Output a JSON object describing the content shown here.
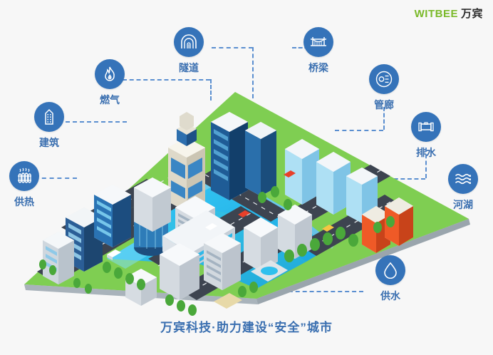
{
  "brand": {
    "name_en": "WITBEE",
    "name_cn": "万宾"
  },
  "caption": {
    "text": "万宾科技·助力建设“安全”城市"
  },
  "colors": {
    "icon_blue": "#3573b9",
    "label_blue": "#3a6fb0",
    "dash_blue": "#5b8fd0",
    "brand_green": "#7ab929",
    "background": "#f7f7f7",
    "water": "#29bdf0",
    "grass": "#6dc04a",
    "road": "#3d4450",
    "building_orange": "#ef5a27"
  },
  "nodes": [
    {
      "id": "tunnel",
      "label": "隧道",
      "icon": "tunnel-icon"
    },
    {
      "id": "bridge",
      "label": "桥梁",
      "icon": "bridge-icon"
    },
    {
      "id": "gas",
      "label": "燃气",
      "icon": "flame-icon"
    },
    {
      "id": "corridor",
      "label": "管廊",
      "icon": "pipe-gallery-icon"
    },
    {
      "id": "building",
      "label": "建筑",
      "icon": "building-icon"
    },
    {
      "id": "drainage",
      "label": "排水",
      "icon": "drain-pipe-icon"
    },
    {
      "id": "heating",
      "label": "供热",
      "icon": "radiator-icon"
    },
    {
      "id": "river",
      "label": "河湖",
      "icon": "waves-icon"
    },
    {
      "id": "water",
      "label": "供水",
      "icon": "water-drop-icon"
    }
  ],
  "illustration": {
    "title": "isometric-smart-city",
    "description": "等距城市插画：高楼、道路、河流、绿地"
  }
}
